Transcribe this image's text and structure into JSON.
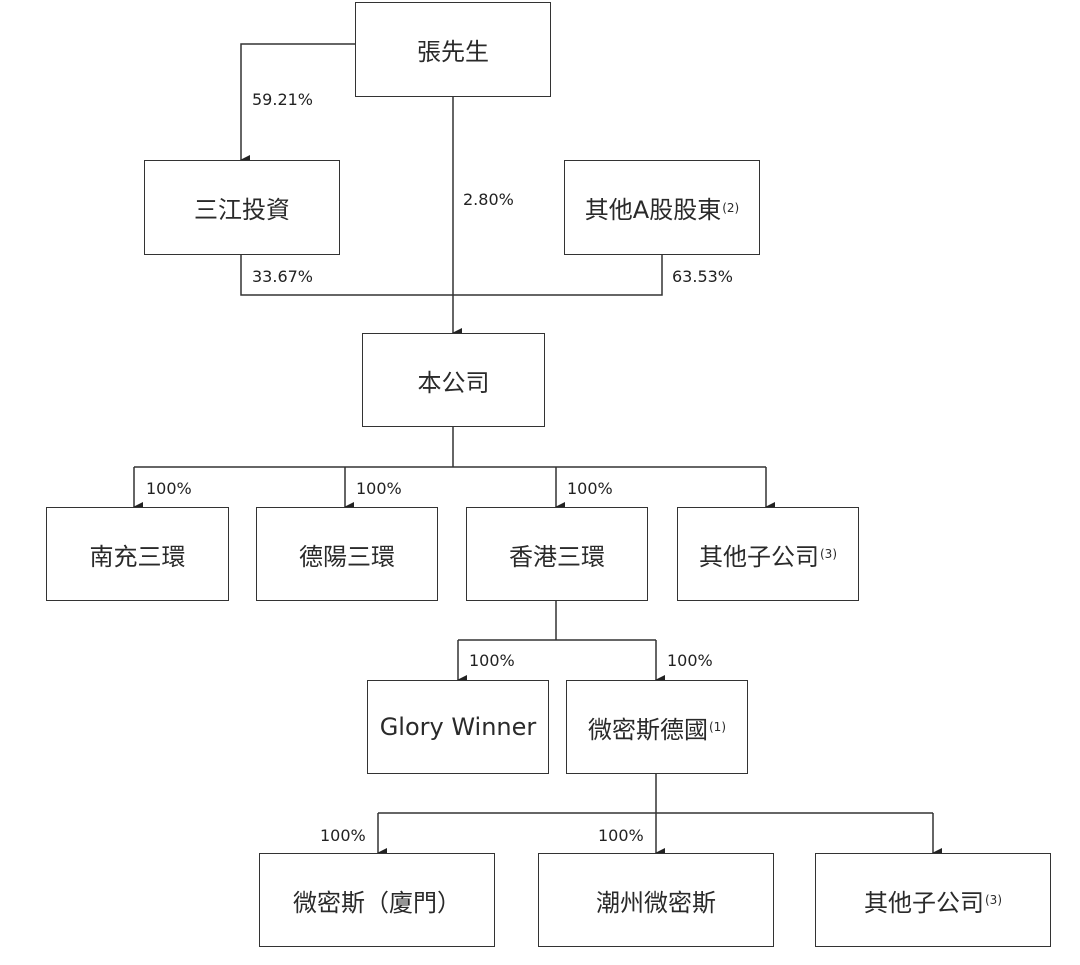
{
  "entities": {
    "zhang": "張先生",
    "sanjiang": "三江投資",
    "other_a": "其他A股股東",
    "other_a_note": "(2)",
    "company": "本公司",
    "nanchong": "南充三環",
    "deyang": "德陽三環",
    "hk": "香港三環",
    "other_sub1": "其他子公司",
    "other_sub1_note": "(3)",
    "glory": "Glory Winner",
    "micro_de": "微密斯德國",
    "micro_de_note": "(1)",
    "micro_xm": "微密斯（廈門）",
    "chaozhou": "潮州微密斯",
    "other_sub2": "其他子公司",
    "other_sub2_note": "(3)"
  },
  "percentages": {
    "zhang_sanjiang": "59.21%",
    "zhang_company": "2.80%",
    "sanjiang_company": "33.67%",
    "other_a_company": "63.53%",
    "company_nanchong": "100%",
    "company_deyang": "100%",
    "company_hk": "100%",
    "hk_glory": "100%",
    "hk_micro_de": "100%",
    "micro_de_micro_xm": "100%",
    "micro_de_chaozhou": "100%"
  }
}
